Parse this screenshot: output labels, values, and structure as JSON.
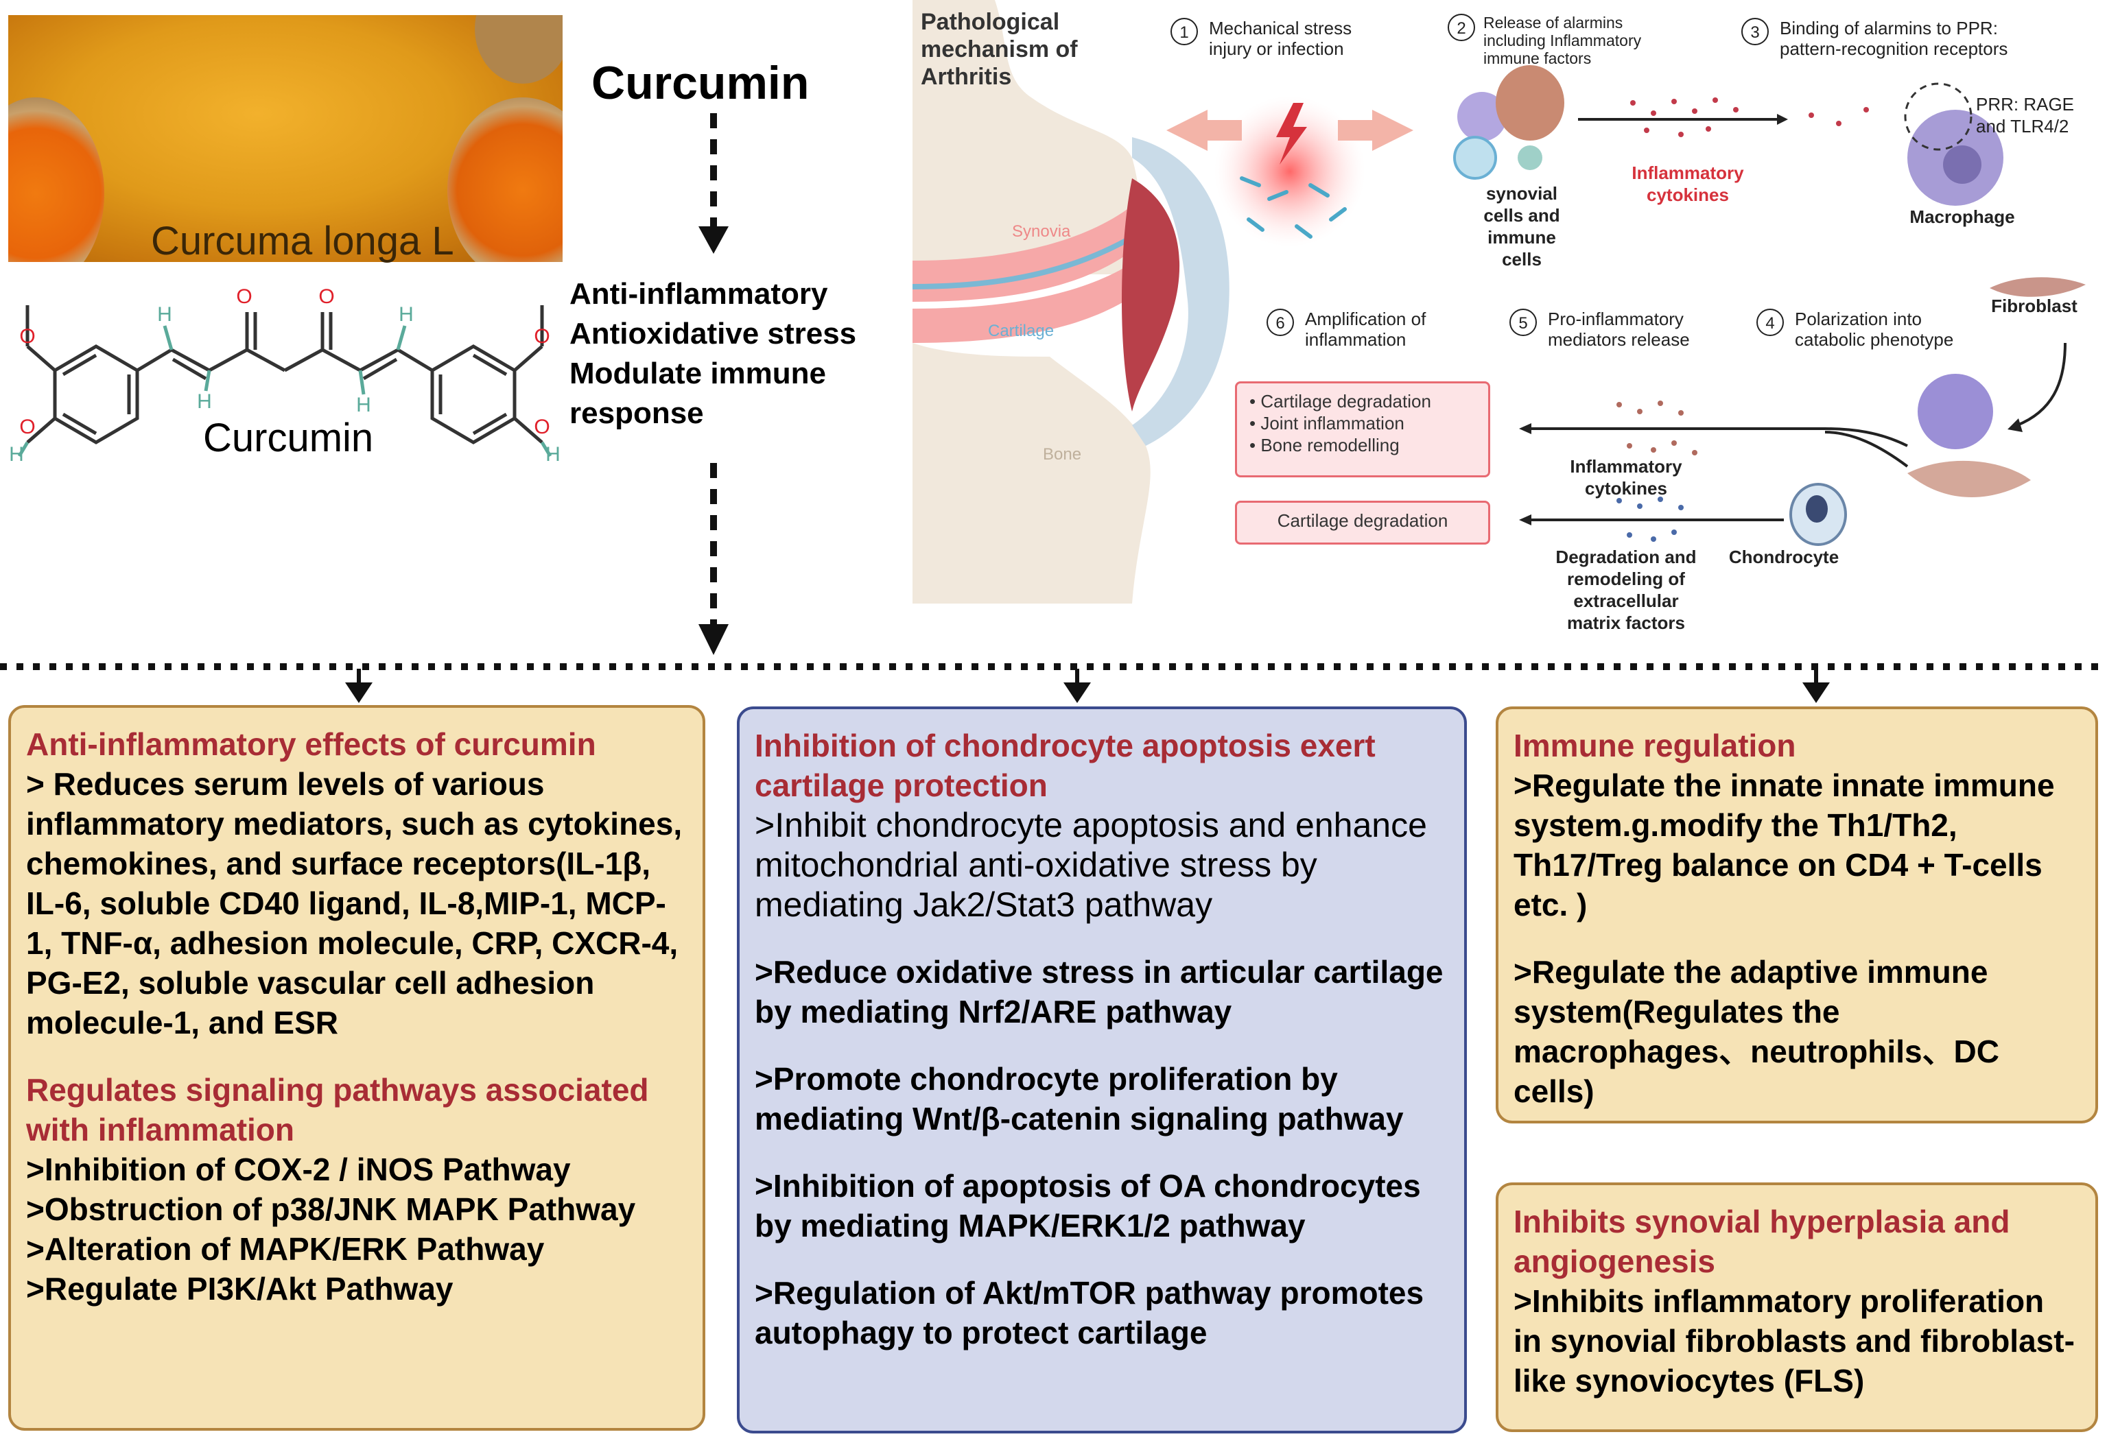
{
  "top": {
    "photo_label": "Curcuma longa L",
    "title": "Curcumin",
    "structure_label": "Curcumin",
    "effects": [
      "Anti-inflammatory",
      "Antioxidative stress",
      "Modulate immune",
      "response"
    ]
  },
  "structure_atoms": {
    "o": "O",
    "h": "H"
  },
  "pathology": {
    "title_lines": [
      "Pathological",
      "mechanism of",
      "Arthritis"
    ],
    "anatomy": {
      "synovia": "Synovia",
      "cartilage": "Cartilage",
      "bone": "Bone"
    },
    "steps": [
      {
        "num": "1",
        "lines": [
          "Mechanical stress",
          "injury or infection"
        ]
      },
      {
        "num": "2",
        "lines": [
          "Release of alarmins",
          "including Inflammatory",
          "immune factors"
        ]
      },
      {
        "num": "3",
        "lines": [
          "Binding of alarmins to PPR:",
          "pattern-recognition receptors"
        ]
      },
      {
        "num": "4",
        "lines": [
          "Polarization into",
          "catabolic phenotype"
        ]
      },
      {
        "num": "5",
        "lines": [
          "Pro-inflammatory",
          "mediators release"
        ]
      },
      {
        "num": "6",
        "lines": [
          "Amplification of",
          "inflammation"
        ]
      }
    ],
    "labels": {
      "synovial_cells": [
        "synovial",
        "cells and",
        "immune",
        "cells"
      ],
      "inflammatory_cytokines_red": [
        "Inflammatory",
        "cytokines"
      ],
      "prr": [
        "PRR: RAGE",
        "and TLR4/2"
      ],
      "macrophage": "Macrophage",
      "fibroblast": "Fibroblast",
      "inflammatory_cytokines": [
        "Inflammatory",
        "cytokines"
      ],
      "chondrocyte": "Chondrocyte",
      "degradation": [
        "Degradation and",
        "remodeling of",
        "extracellular",
        "matrix factors"
      ]
    },
    "outcome_box1": [
      "• Cartilage degradation",
      "• Joint inflammation",
      "• Bone remodelling"
    ],
    "outcome_box2": "Cartilage degradation"
  },
  "boxes": {
    "anti_inflammatory": {
      "heading1": "Anti-inflammatory effects of curcumin",
      "body1": "> Reduces serum levels of various inflammatory mediators, such as cytokines, chemokines, and surface receptors(IL-1β, IL-6, soluble CD40 ligand, IL-8,MIP-1, MCP-1, TNF-α, adhesion molecule, CRP, CXCR-4, PG-E2, soluble vascular cell adhesion molecule-1, and ESR",
      "heading2": "Regulates signaling pathways associated with inflammation",
      "items": [
        ">Inhibition of COX-2 / iNOS Pathway",
        ">Obstruction of p38/JNK MAPK Pathway",
        ">Alteration of MAPK/ERK  Pathway",
        ">Regulate  PI3K/Akt Pathway"
      ]
    },
    "chondrocyte": {
      "heading": "Inhibition of chondrocyte apoptosis exert cartilage protection",
      "item0": ">Inhibit chondrocyte apoptosis and enhance mitochondrial anti-oxidative stress by mediating Jak2/Stat3  pathway",
      "items": [
        ">Reduce oxidative stress in articular cartilage by mediating Nrf2/ARE  pathway",
        ">Promote chondrocyte proliferation by mediating Wnt/β-catenin signaling pathway",
        ">Inhibition of apoptosis of OA chondrocytes by mediating MAPK/ERK1/2 pathway",
        ">Regulation of Akt/mTOR pathway promotes autophagy to protect cartilage"
      ]
    },
    "immune": {
      "heading": "Immune regulation",
      "items": [
        ">Regulate the innate innate immune system.g.modify the Th1/Th2, Th17/Treg  balance on CD4 + T-cells etc. )",
        ">Regulate the adaptive immune system(Regulates the macrophages、neutrophils、DC cells)"
      ]
    },
    "synovial": {
      "heading": "Inhibits synovial hyperplasia and angiogenesis",
      "body": ">Inhibits inflammatory proliferation in synovial fibroblasts and fibroblast-like synoviocytes (FLS)"
    }
  },
  "colors": {
    "heading_red": "#a82c35",
    "tan_fill": "#f6e3b6",
    "tan_border": "#b38540",
    "blue_fill": "#d3d8ec",
    "blue_border": "#3b4b8e",
    "alert_red": "#d6323c"
  }
}
